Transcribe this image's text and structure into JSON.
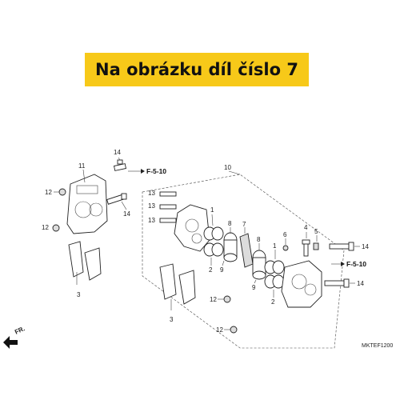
{
  "banner": {
    "text": "Na obrázku díl číslo 7",
    "color": "#f7c919"
  },
  "callouts": {
    "n1a": "1",
    "n1b": "1",
    "n2a": "2",
    "n2b": "2",
    "n3a": "3",
    "n3b": "3",
    "n4": "4",
    "n5": "5",
    "n6": "6",
    "n7": "7",
    "n8a": "8",
    "n8b": "8",
    "n9a": "9",
    "n9b": "9",
    "n10": "10",
    "n11": "11",
    "n12a": "12",
    "n12b": "12",
    "n12c": "12",
    "n12d": "12",
    "n13a": "13",
    "n13b": "13",
    "n13c": "13",
    "n14a": "14",
    "n14b": "14",
    "n14c": "14",
    "n14d": "14"
  },
  "references": {
    "ref1": "F-5-10",
    "ref2": "F-5-10"
  },
  "direction": {
    "label": "FR."
  },
  "diagram_code": "MKTEF1200",
  "icons": [
    "front-direction-arrow-icon"
  ]
}
